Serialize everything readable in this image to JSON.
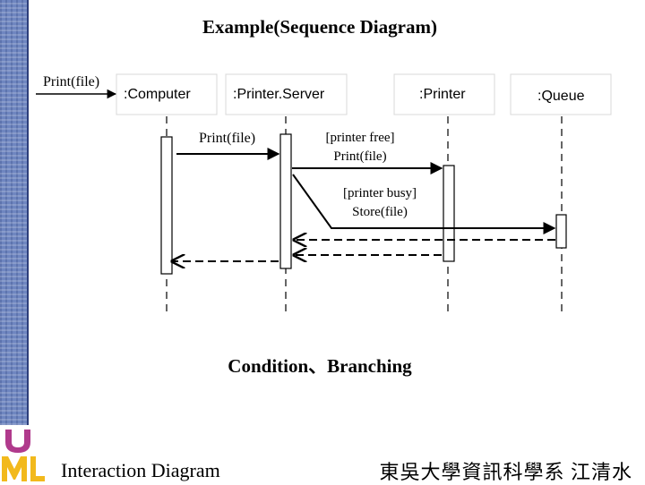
{
  "title": "Example(Sequence Diagram)",
  "objects": [
    {
      "id": "computer",
      "label": ":Computer"
    },
    {
      "id": "printer-server",
      "label": ":Printer.Server"
    },
    {
      "id": "printer",
      "label": ":Printer"
    },
    {
      "id": "queue",
      "label": ":Queue"
    }
  ],
  "messages": {
    "incoming": "Print(file)",
    "computer_to_server": "Print(file)",
    "branch_free_guard": "[printer free]",
    "branch_free_msg": "Print(file)",
    "branch_busy_guard": "[printer busy]",
    "branch_busy_msg": "Store(file)"
  },
  "caption": "Condition、Branching",
  "footer": {
    "left": "Interaction Diagram",
    "right": "東吳大學資訊科學系 江清水"
  },
  "colors": {
    "sidebar": "#6f86c0",
    "logo_u": "#b03a8c",
    "logo_ml": "#f2b91c"
  }
}
